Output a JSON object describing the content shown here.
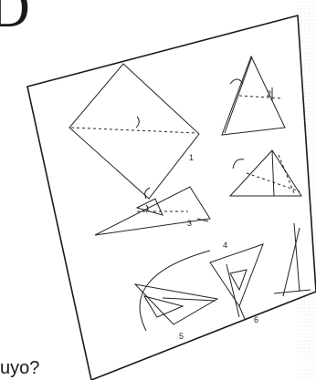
{
  "page": {
    "top_letter": "D",
    "bottom_text": "uyo?"
  },
  "diagram": {
    "step_labels": [
      "1",
      "2",
      "3",
      "4",
      "5",
      "6"
    ]
  },
  "colors": {
    "ink": "#1a1a1a",
    "paper": "#ffffff"
  }
}
